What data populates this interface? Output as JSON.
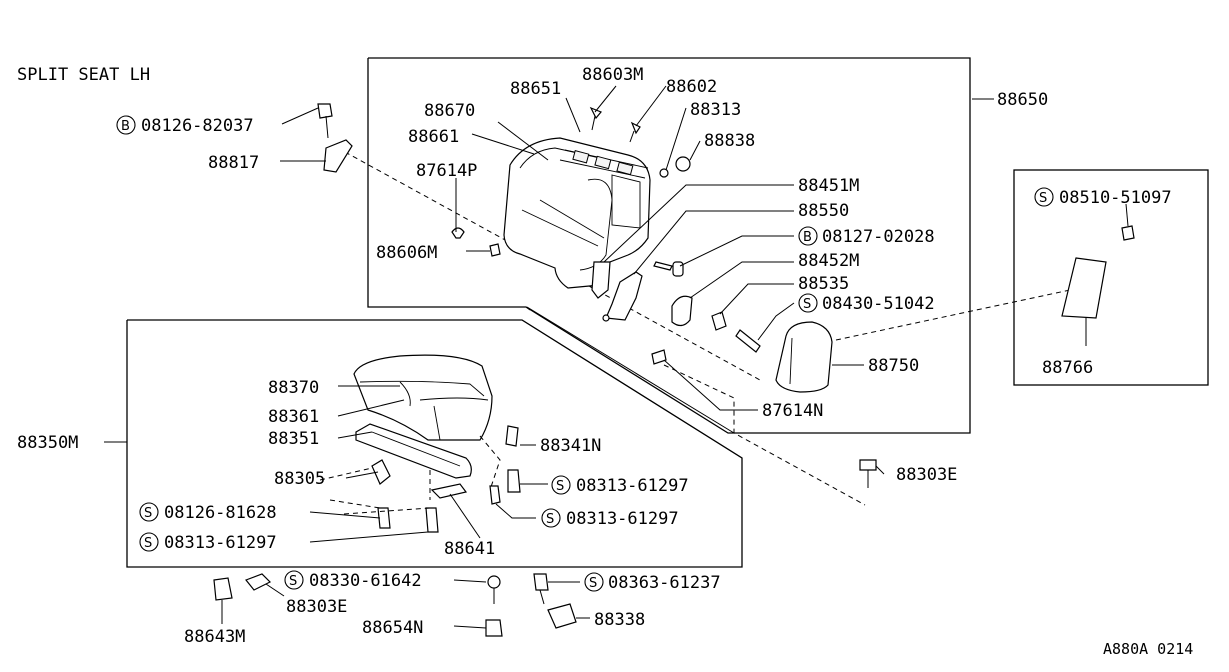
{
  "diagram": {
    "title": "SPLIT SEAT LH",
    "ref_code": "A880A 0214",
    "labels": [
      {
        "id": "l01",
        "text": "88650"
      },
      {
        "id": "l02",
        "text": "88603M"
      },
      {
        "id": "l03",
        "text": "88651"
      },
      {
        "id": "l04",
        "text": "88602"
      },
      {
        "id": "l05",
        "text": "88670"
      },
      {
        "id": "l06",
        "text": "88313"
      },
      {
        "id": "l07",
        "text": "88661"
      },
      {
        "id": "l08",
        "text": "88838"
      },
      {
        "id": "l09",
        "text": "87614P"
      },
      {
        "id": "l10",
        "text": "88451M"
      },
      {
        "id": "l11",
        "text": "88550"
      },
      {
        "id": "l12",
        "text": "88606M"
      },
      {
        "id": "l13",
        "text": "88452M"
      },
      {
        "id": "l14",
        "text": "88535"
      },
      {
        "id": "l15",
        "text": "88750"
      },
      {
        "id": "l16",
        "text": "87614N"
      },
      {
        "id": "l17",
        "text": "88817"
      },
      {
        "id": "l18",
        "text": "88766"
      },
      {
        "id": "l19",
        "text": "88370"
      },
      {
        "id": "l20",
        "text": "88361"
      },
      {
        "id": "l21",
        "text": "88351"
      },
      {
        "id": "l22",
        "text": "88341N"
      },
      {
        "id": "l23",
        "text": "88350M"
      },
      {
        "id": "l24",
        "text": "88305"
      },
      {
        "id": "l25",
        "text": "88303E"
      },
      {
        "id": "l26",
        "text": "88641"
      },
      {
        "id": "l27",
        "text": "88303E"
      },
      {
        "id": "l28",
        "text": "88643M"
      },
      {
        "id": "l29",
        "text": "88654N"
      },
      {
        "id": "l30",
        "text": "88338"
      }
    ],
    "marked_labels": [
      {
        "id": "m01",
        "marker": "B",
        "text": "08126-82037"
      },
      {
        "id": "m02",
        "marker": "S",
        "text": "08510-51097"
      },
      {
        "id": "m03",
        "marker": "B",
        "text": "08127-02028"
      },
      {
        "id": "m04",
        "marker": "S",
        "text": "08430-51042"
      },
      {
        "id": "m05",
        "marker": "S",
        "text": "08313-61297"
      },
      {
        "id": "m06",
        "marker": "S",
        "text": "08126-81628"
      },
      {
        "id": "m07",
        "marker": "S",
        "text": "08313-61297"
      },
      {
        "id": "m08",
        "marker": "S",
        "text": "08313-61297"
      },
      {
        "id": "m09",
        "marker": "S",
        "text": "08330-61642"
      },
      {
        "id": "m10",
        "marker": "S",
        "text": "08363-61237"
      }
    ]
  }
}
